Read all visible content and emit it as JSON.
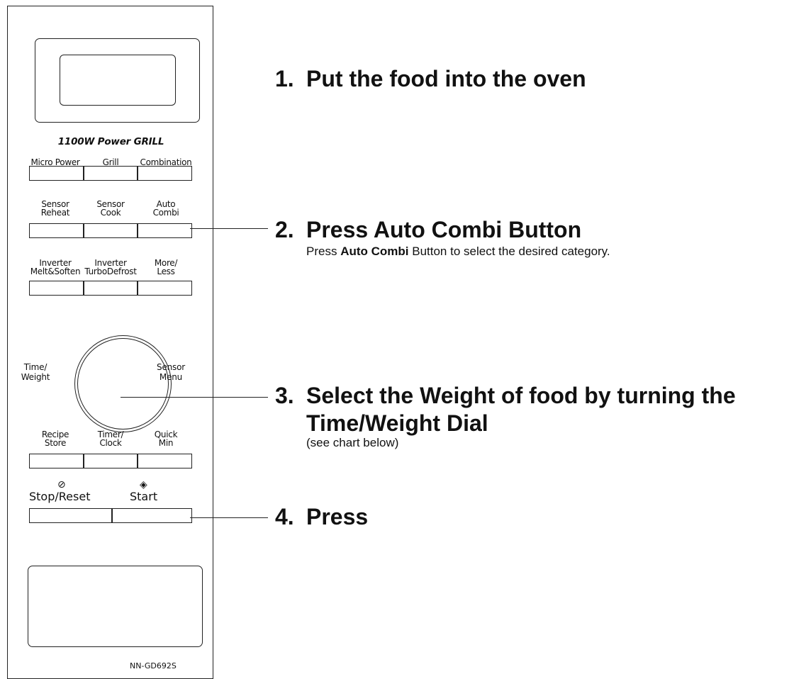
{
  "panel": {
    "brand": "1100W Power GRILL",
    "rows": [
      [
        "Micro Power",
        "Grill",
        "Combination"
      ],
      [
        "Sensor\nReheat",
        "Sensor\nCook",
        "Auto\nCombi"
      ],
      [
        "Inverter\nMelt&Soften",
        "Inverter\nTurboDefrost",
        "More/\nLess"
      ],
      [
        "Recipe\nStore",
        "Timer/\nClock",
        "Quick\nMin"
      ]
    ],
    "dial_left": "Time/\nWeight",
    "dial_right": "Sensor\nMenu",
    "stop_label": "Stop/Reset",
    "start_label": "Start",
    "stop_symbol": "⊘",
    "start_symbol": "◈",
    "model": "NN-GD692S"
  },
  "steps": [
    {
      "num": "1.",
      "title": "Put the food into the oven"
    },
    {
      "num": "2.",
      "title": "Press Auto Combi Button",
      "sub_pre": "Press ",
      "sub_bold": "Auto Combi",
      "sub_post": " Button to select the desired category."
    },
    {
      "num": "3.",
      "title_line1": "Select the Weight of food by turning the",
      "title_line2": "Time/Weight Dial",
      "sub": "(see chart below)"
    },
    {
      "num": "4.",
      "title": "Press"
    }
  ]
}
